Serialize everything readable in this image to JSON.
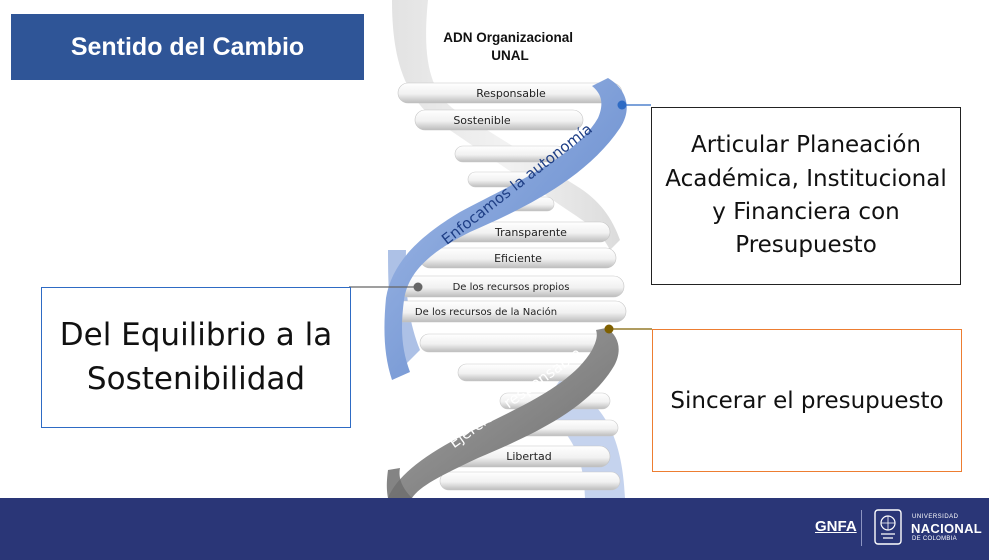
{
  "title": "Sentido del Cambio",
  "dna": {
    "heading_line1": "ADN Organizacional",
    "heading_line2": "UNAL",
    "rungs": [
      "Responsable",
      "Sostenible",
      "Transparente",
      "Eficiente",
      "De los recursos propios",
      "De los recursos de la Nación",
      "Libertad"
    ],
    "strand_blue_label": "Enfocamos la autonomía",
    "strand_gray_label": "Ejercicio responsable"
  },
  "boxes": {
    "articular": "Articular Planeación Académica, Institucional y Financiera con Presupuesto",
    "equilibrio": "Del Equilibrio a la Sostenibilidad",
    "sincerar": "Sincerar el presupuesto"
  },
  "footer": {
    "gnfa": "GNFA",
    "university_top": "UNIVERSIDAD",
    "university_name": "NACIONAL",
    "university_bottom": "DE COLOMBIA"
  },
  "colors": {
    "title_bg": "#2f5597",
    "footer_bg": "#2a3677",
    "blue_strand": "#7f9fd8",
    "gray_strand": "#8a8a8a",
    "connector_blue": "#2e6bc4",
    "connector_orange": "#ed7d31"
  }
}
